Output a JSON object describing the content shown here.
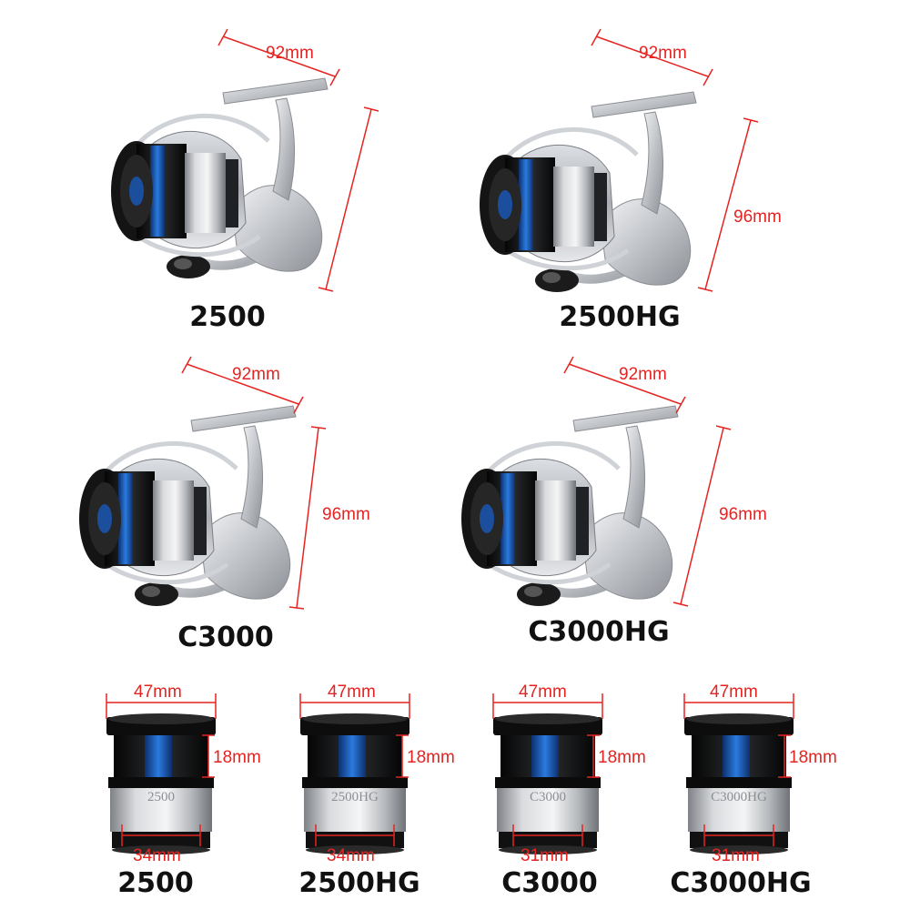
{
  "reels": [
    {
      "model": "2500",
      "width": "92mm",
      "height": ""
    },
    {
      "model": "2500HG",
      "width": "92mm",
      "height": "96mm"
    },
    {
      "model": "C3000",
      "width": "92mm",
      "height": "96mm"
    },
    {
      "model": "C3000HG",
      "width": "92mm",
      "height": "96mm"
    }
  ],
  "spools": [
    {
      "model": "2500",
      "top_width": "47mm",
      "height": "18mm",
      "bottom_width": "34mm",
      "engraving": "2500"
    },
    {
      "model": "2500HG",
      "top_width": "47mm",
      "height": "18mm",
      "bottom_width": "34mm",
      "engraving": "2500HG"
    },
    {
      "model": "C3000",
      "top_width": "47mm",
      "height": "18mm",
      "bottom_width": "31mm",
      "engraving": "C3000"
    },
    {
      "model": "C3000HG",
      "top_width": "47mm",
      "height": "18mm",
      "bottom_width": "31mm",
      "engraving": "C3000HG"
    }
  ],
  "colors": {
    "dimension": "#e52421",
    "accent_blue": "#1e5fbf",
    "metal": "#c3c6cb",
    "dark": "#1a1a1a"
  }
}
